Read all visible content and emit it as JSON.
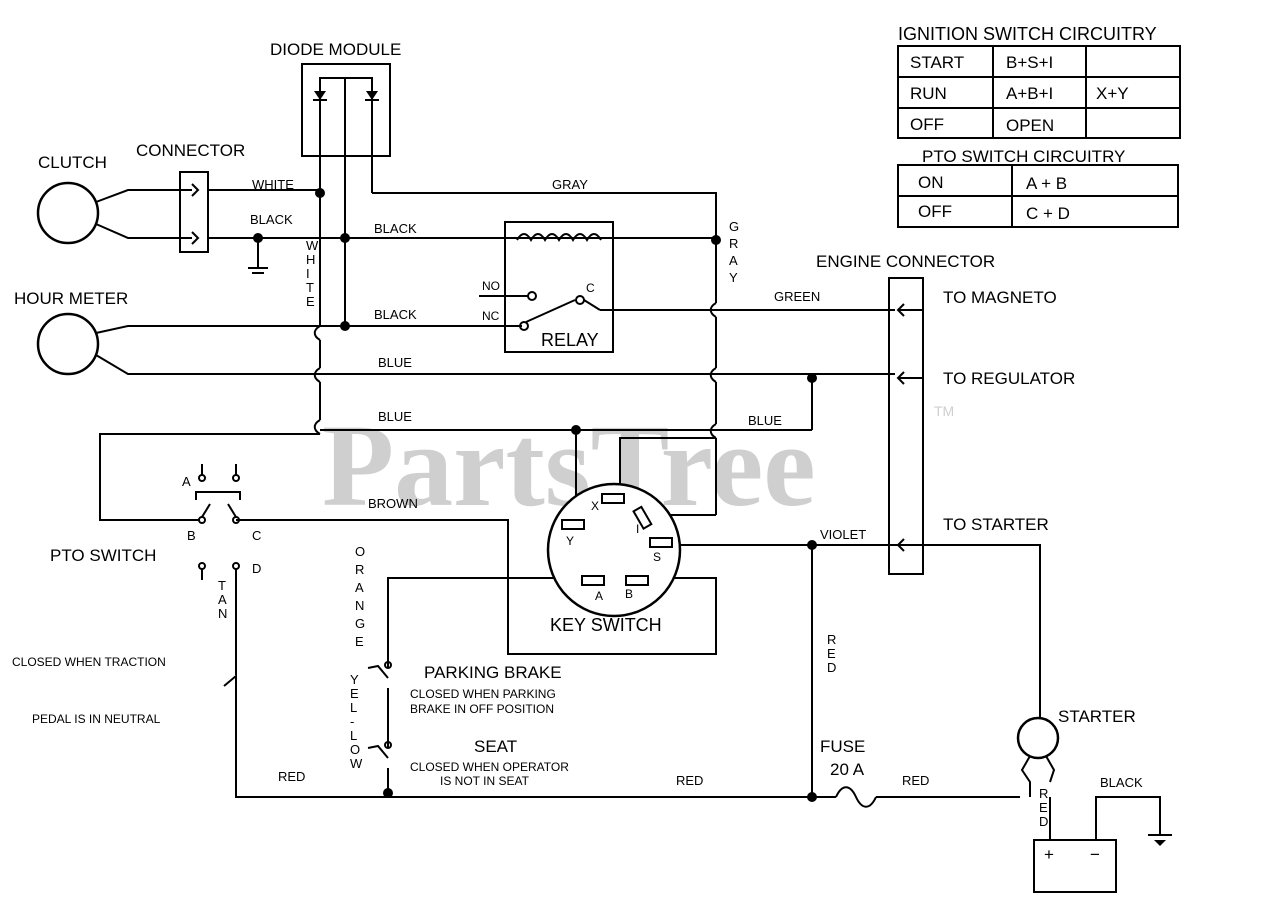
{
  "watermark": {
    "text": "PartsTree",
    "tm": "TM"
  },
  "ignition_table": {
    "title": "IGNITION SWITCH CIRCUITRY",
    "rows": [
      [
        "START",
        "B+S+I",
        ""
      ],
      [
        "RUN",
        "A+B+I",
        "X+Y"
      ],
      [
        "OFF",
        "OPEN",
        ""
      ]
    ]
  },
  "pto_table": {
    "title": "PTO SWITCH CIRCUITRY",
    "rows": [
      [
        "ON",
        "A + B"
      ],
      [
        "OFF",
        "C + D"
      ]
    ]
  },
  "components": {
    "diode_module": "DIODE MODULE",
    "clutch": "CLUTCH",
    "connector": "CONNECTOR",
    "hour_meter": "HOUR METER",
    "relay": "RELAY",
    "relay_no": "NO",
    "relay_nc": "NC",
    "relay_c": "C",
    "engine_connector": "ENGINE CONNECTOR",
    "to_magneto": "TO MAGNETO",
    "to_regulator": "TO REGULATOR",
    "to_starter": "TO STARTER",
    "pto_switch": "PTO SWITCH",
    "pto_a": "A",
    "pto_b": "B",
    "pto_c": "C",
    "pto_d": "D",
    "key_switch": "KEY SWITCH",
    "key_x": "X",
    "key_i": "I",
    "key_y": "Y",
    "key_s": "S",
    "key_a": "A",
    "key_b": "B",
    "parking_brake": "PARKING BRAKE",
    "parking_note_1": "CLOSED WHEN  PARKING",
    "parking_note_2": "BRAKE IN OFF POSITION",
    "seat": "SEAT",
    "seat_note_1": "CLOSED WHEN OPERATOR",
    "seat_note_2": "IS NOT IN SEAT",
    "traction_note_1": "CLOSED WHEN  TRACTION",
    "traction_note_2": "PEDAL IS IN NEUTRAL",
    "fuse": "FUSE",
    "fuse_rating": "20 A",
    "starter": "STARTER",
    "battery_plus": "+",
    "battery_minus": "−"
  },
  "wires": {
    "white": "WHITE",
    "black_1": "BLACK",
    "black_2": "BLACK",
    "black_3": "BLACK",
    "black_4": "BLACK",
    "gray": "GRAY",
    "green": "GREEN",
    "blue_1": "BLUE",
    "blue_2": "BLUE",
    "blue_3": "BLUE",
    "brown": "BROWN",
    "violet": "VIOLET",
    "red_1": "RED",
    "red_2": "RED",
    "red_3": "RED",
    "white_vertical": [
      "W",
      "H",
      "I",
      "T",
      "E"
    ],
    "gray_vertical": [
      "G",
      "R",
      "A",
      "Y"
    ],
    "tan_vertical": [
      "T",
      "A",
      "N"
    ],
    "orange_vertical": [
      "O",
      "R",
      "A",
      "N",
      "G",
      "E"
    ],
    "yellow_vertical": [
      "Y",
      "E",
      "L",
      "-",
      "L",
      "O",
      "W"
    ],
    "red_vertical_fuse": [
      "R",
      "E",
      "D"
    ],
    "red_vertical_starter": [
      "R",
      "E",
      "D"
    ]
  }
}
